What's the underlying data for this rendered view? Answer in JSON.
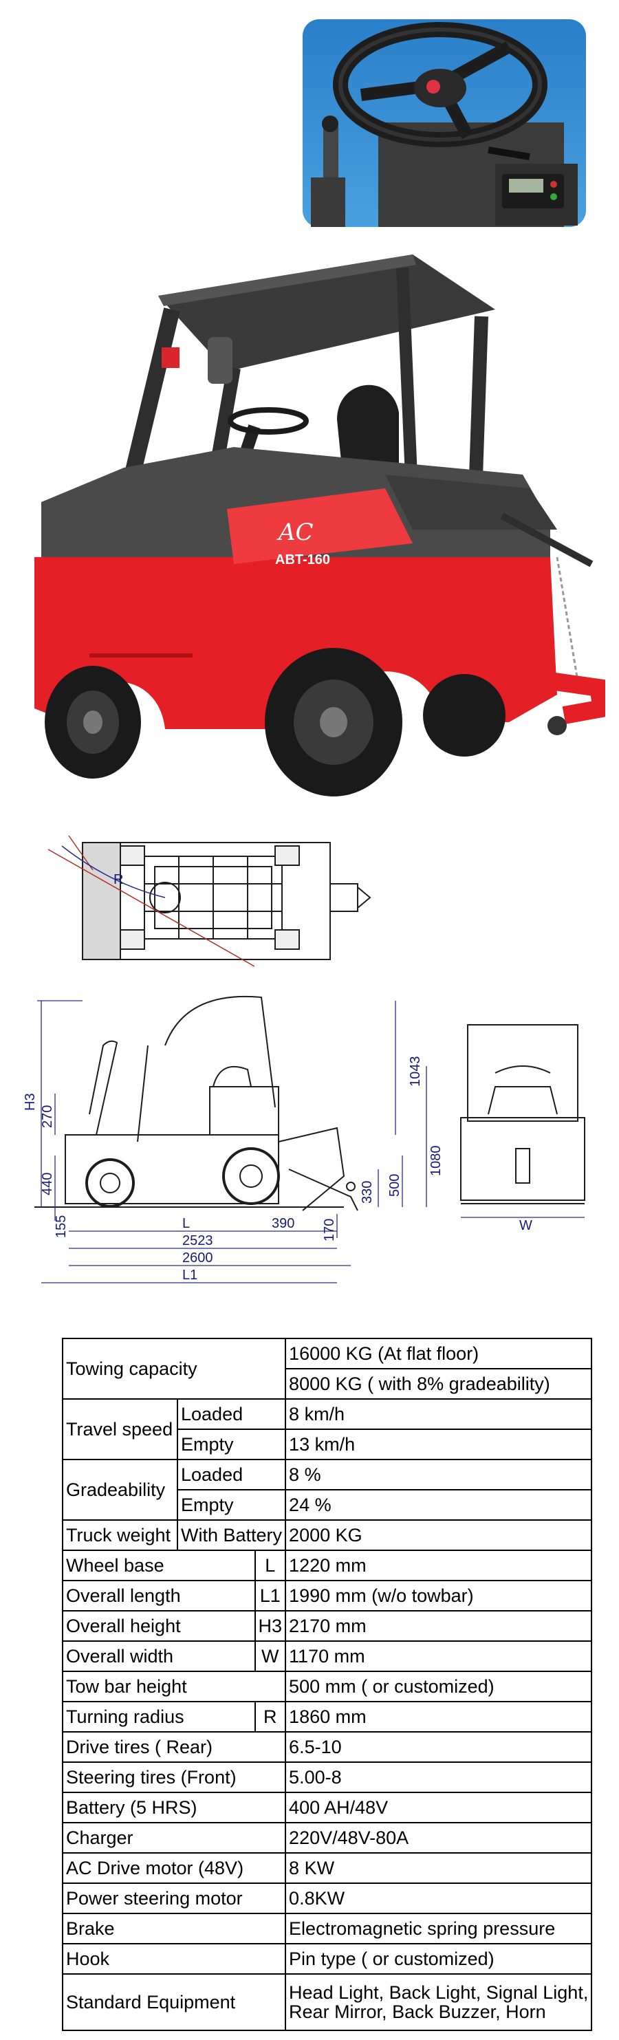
{
  "drawing": {
    "labels": {
      "h3": "H3",
      "h_270": "270",
      "h_440": "440",
      "h_155": "155",
      "d_1043": "1043",
      "d_1080": "1080",
      "d_330": "330",
      "d_500": "500",
      "d_170": "170",
      "d_L": "L",
      "d_390": "390",
      "d_2523": "2523",
      "d_2600": "2600",
      "d_L1": "L1",
      "d_W": "W",
      "d_R": "R"
    }
  },
  "photo": {
    "logo": "AC",
    "model": "ABT-160"
  },
  "spec_table": {
    "towing_capacity": {
      "label": "Towing capacity",
      "value_1": "16000 KG (At flat floor)",
      "value_2": "8000 KG ( with 8% gradeability)"
    },
    "travel_speed": {
      "label": "Travel speed",
      "loaded_label": "Loaded",
      "loaded_value": "8 km/h",
      "empty_label": "Empty",
      "empty_value": "13 km/h"
    },
    "gradeability": {
      "label": "Gradeability",
      "loaded_label": "Loaded",
      "loaded_value": "8 %",
      "empty_label": "Empty",
      "empty_value": "24 %"
    },
    "truck_weight": {
      "label": "Truck weight",
      "sub": "With Battery",
      "value": "2000 KG"
    },
    "wheel_base": {
      "label": "Wheel base",
      "sym": "L",
      "value": "1220 mm"
    },
    "overall_length": {
      "label": "Overall length",
      "sym": "L1",
      "value": "1990 mm (w/o towbar)"
    },
    "overall_height": {
      "label": "Overall height",
      "sym": "H3",
      "value": "2170 mm"
    },
    "overall_width": {
      "label": "Overall width",
      "sym": "W",
      "value": "1170 mm"
    },
    "tow_bar_height": {
      "label": "Tow bar height",
      "value": "500 mm ( or customized)"
    },
    "turning_radius": {
      "label": "Turning radius",
      "sym": "R",
      "value": "1860 mm"
    },
    "drive_tires": {
      "label": "Drive tires ( Rear)",
      "value": "6.5-10"
    },
    "steering_tires": {
      "label": "Steering tires (Front)",
      "value": "5.00-8"
    },
    "battery": {
      "label": "Battery (5 HRS)",
      "value": "400 AH/48V"
    },
    "charger": {
      "label": "Charger",
      "value": "220V/48V-80A"
    },
    "ac_drive_motor": {
      "label": "AC Drive motor (48V)",
      "value": "8 KW"
    },
    "power_steering_motor": {
      "label": "Power steering motor",
      "value": "0.8KW"
    },
    "brake": {
      "label": "Brake",
      "value": "Electromagnetic spring pressure"
    },
    "hook": {
      "label": "Hook",
      "value": "Pin type ( or customized)"
    },
    "standard_equipment": {
      "label": "Standard Equipment",
      "value_1": "Head Light, Back Light, Signal Light,",
      "value_2": "Rear Mirror, Back Buzzer, Horn"
    }
  }
}
